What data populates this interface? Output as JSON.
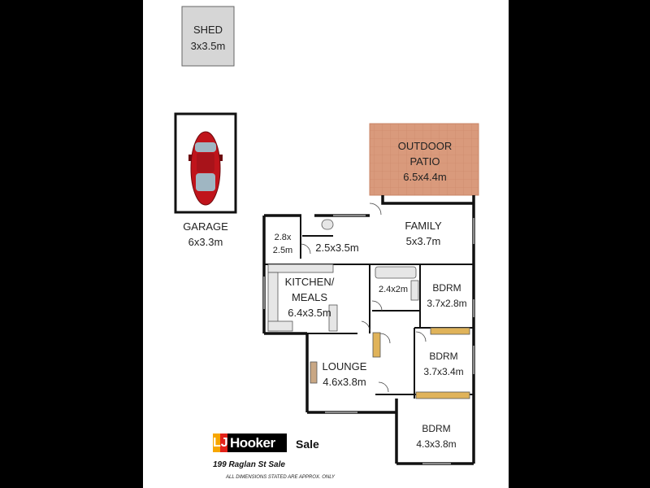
{
  "rooms": {
    "shed": {
      "name": "SHED",
      "size": "3x3.5m"
    },
    "garage": {
      "name": "GARAGE",
      "size": "6x3.3m"
    },
    "patio": {
      "name1": "OUTDOOR",
      "name2": "PATIO",
      "size": "6.5x4.4m"
    },
    "family": {
      "name": "FAMILY",
      "size": "5x3.7m"
    },
    "laundry": {
      "size1": "2.8x",
      "size2": "2.5m"
    },
    "utility": {
      "size": "2.5x3.5m"
    },
    "kitchen": {
      "name1": "KITCHEN/",
      "name2": "MEALS",
      "size": "6.4x3.5m"
    },
    "bath": {
      "size": "2.4x2m"
    },
    "bdrm1": {
      "name": "BDRM",
      "size": "3.7x2.8m"
    },
    "bdrm2": {
      "name": "BDRM",
      "size": "3.7x3.4m"
    },
    "lounge": {
      "name": "LOUNGE",
      "size": "4.6x3.8m"
    },
    "bdrm3": {
      "name": "BDRM",
      "size": "4.3x3.8m"
    }
  },
  "branding": {
    "logo_mark": "LJ",
    "logo_text": "Hooker",
    "sale_label": "Sale",
    "address": "199 Raglan St Sale",
    "disclaimer": "ALL DIMENSIONS STATED ARE APPROX. ONLY"
  },
  "colors": {
    "patio": "#d99a7c",
    "shed": "#d6d6d6",
    "car_body": "#c0141b",
    "wall": "#111111"
  }
}
